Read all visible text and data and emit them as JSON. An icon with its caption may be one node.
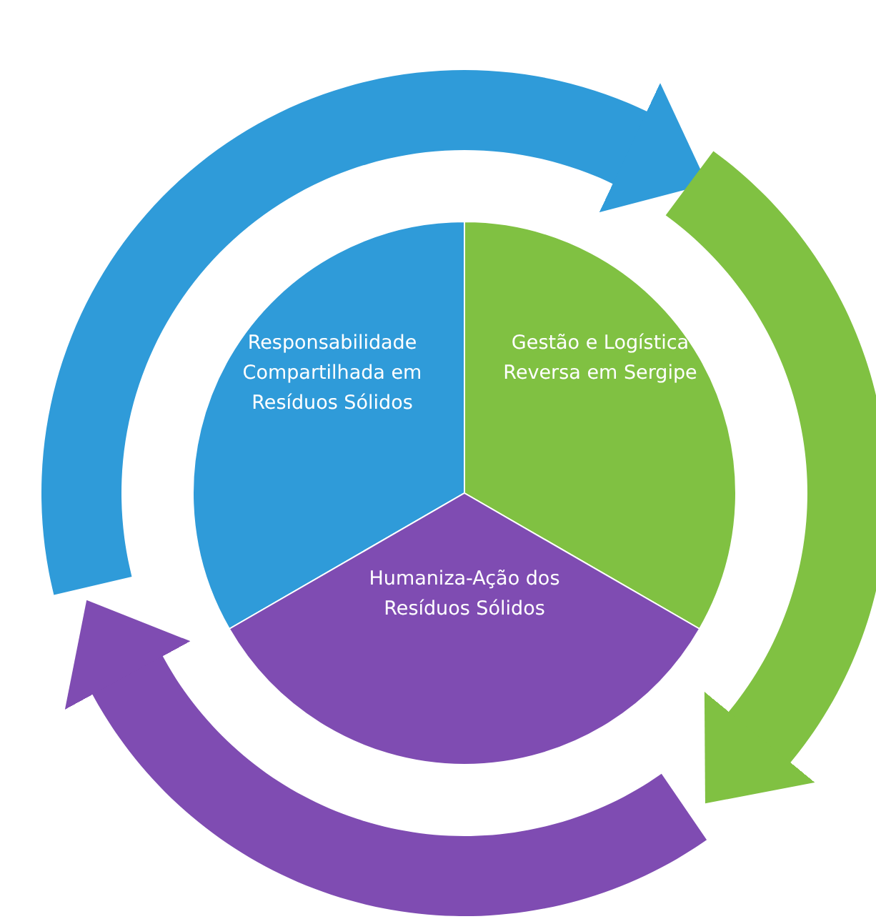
{
  "diagram": {
    "nodes": [
      {
        "text": [
          "Responsabilidade Compartilhada em Resíduos Sólidos"
        ]
      },
      {
        "text": [
          "Gestão e Logística Reversa em Sergipe"
        ]
      },
      {
        "text": [
          "Humaniza-Ação dos Resíduos Sólidos"
        ]
      }
    ]
  }
}
